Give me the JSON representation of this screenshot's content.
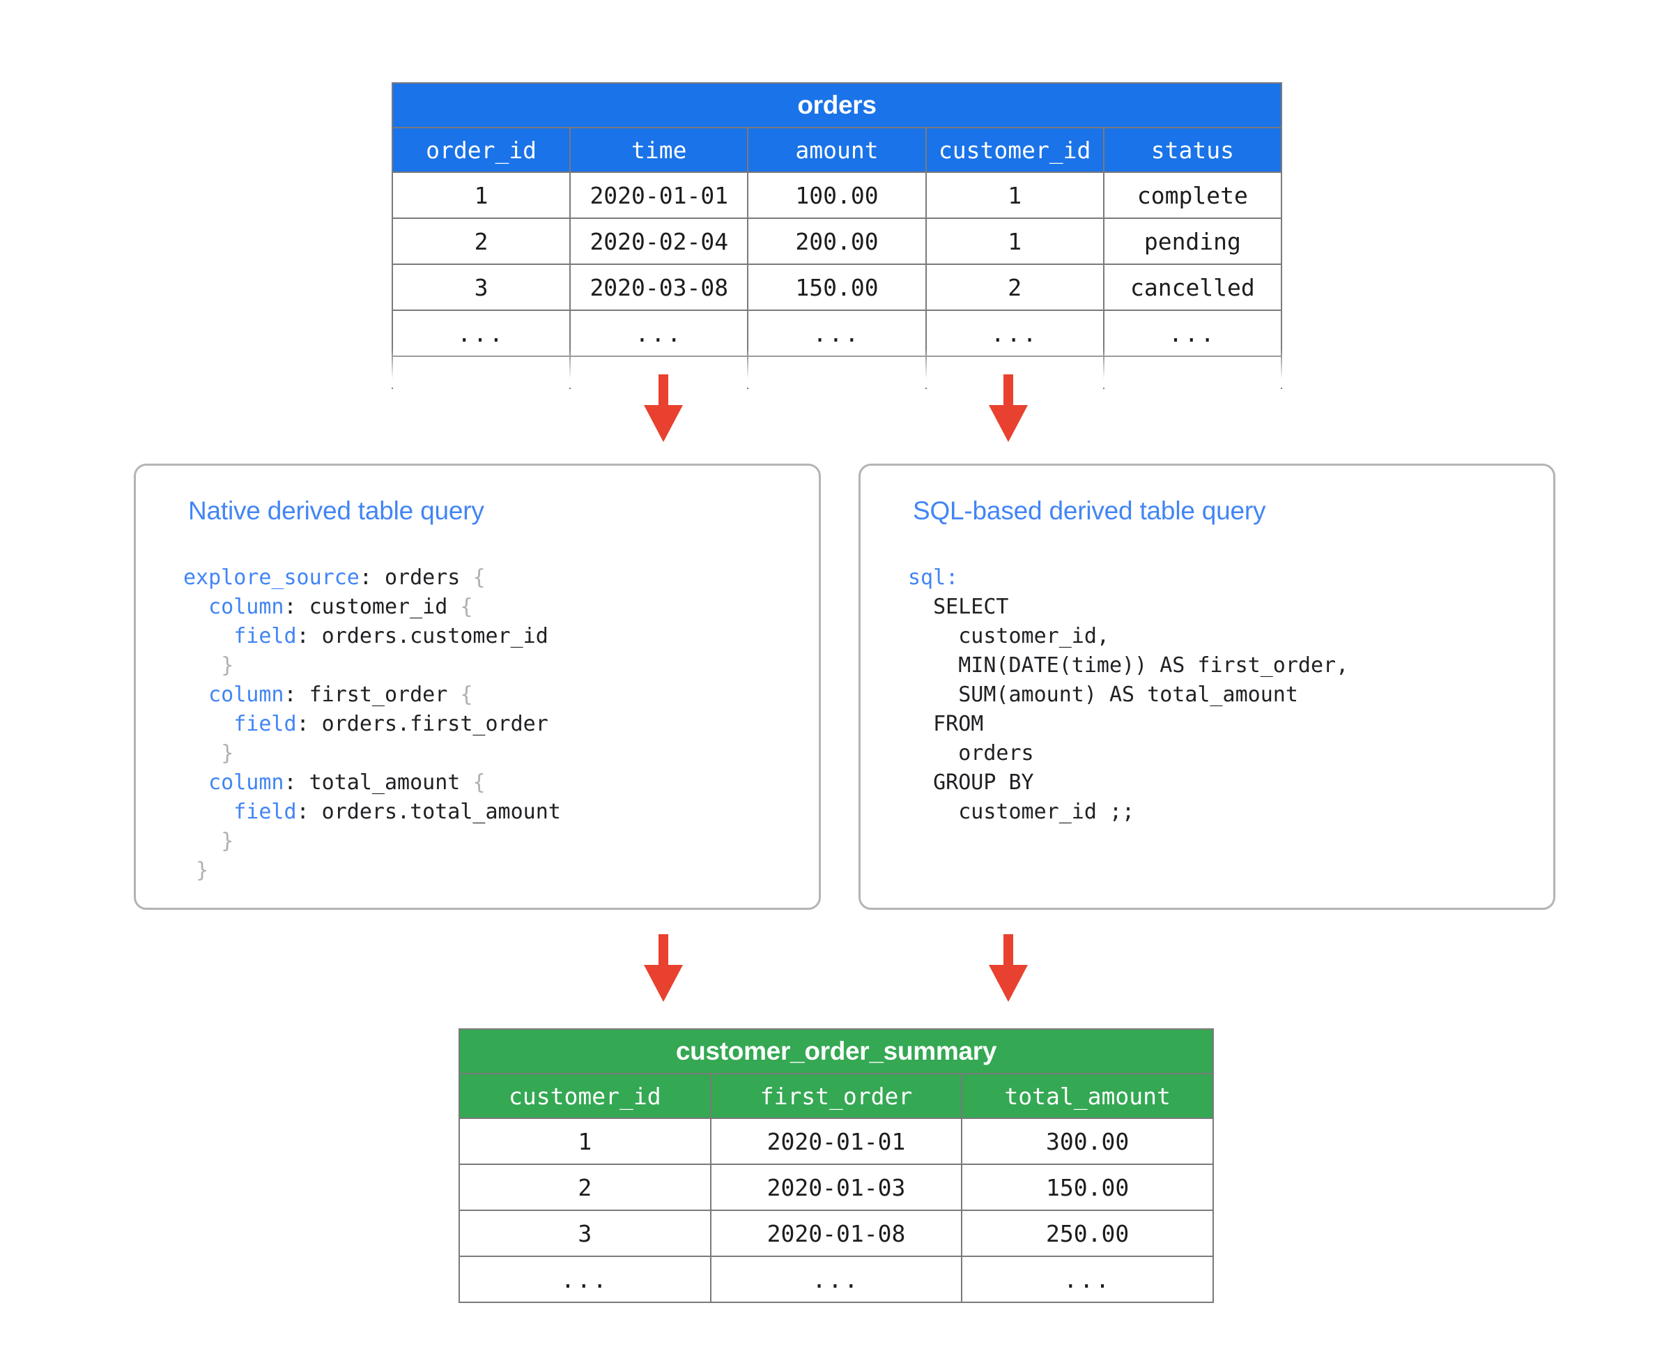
{
  "diagram": {
    "title": "Derived table query diagram",
    "colors": {
      "source_table_header": "#1a73e8",
      "result_table_header": "#34a853",
      "arrow": "#e8412f",
      "box_title": "#4285f4",
      "code_keyword": "#4285f4",
      "box_border": "#b4b4b4"
    }
  },
  "source_table": {
    "name": "orders",
    "columns": [
      "order_id",
      "time",
      "amount",
      "customer_id",
      "status"
    ],
    "rows": [
      [
        "1",
        "2020-01-01",
        "100.00",
        "1",
        "complete"
      ],
      [
        "2",
        "2020-02-04",
        "200.00",
        "1",
        "pending"
      ],
      [
        "3",
        "2020-03-08",
        "150.00",
        "2",
        "cancelled"
      ],
      [
        "...",
        "...",
        "...",
        "...",
        "..."
      ]
    ]
  },
  "result_table": {
    "name": "customer_order_summary",
    "columns": [
      "customer_id",
      "first_order",
      "total_amount"
    ],
    "rows": [
      [
        "1",
        "2020-01-01",
        "300.00"
      ],
      [
        "2",
        "2020-01-03",
        "150.00"
      ],
      [
        "3",
        "2020-01-08",
        "250.00"
      ],
      [
        "...",
        "...",
        "..."
      ]
    ]
  },
  "native_box": {
    "title": "Native derived table query",
    "code_lines": [
      [
        {
          "t": "explore_source",
          "c": "kw"
        },
        {
          "t": ": orders ",
          "c": "txt"
        },
        {
          "t": "{",
          "c": "brc"
        }
      ],
      [
        {
          "t": "  ",
          "c": "txt"
        },
        {
          "t": "column",
          "c": "kw"
        },
        {
          "t": ": customer_id ",
          "c": "txt"
        },
        {
          "t": "{",
          "c": "brc"
        }
      ],
      [
        {
          "t": "    ",
          "c": "txt"
        },
        {
          "t": "field",
          "c": "kw"
        },
        {
          "t": ": orders.customer_id",
          "c": "txt"
        }
      ],
      [
        {
          "t": "   ",
          "c": "txt"
        },
        {
          "t": "}",
          "c": "brc"
        }
      ],
      [
        {
          "t": "  ",
          "c": "txt"
        },
        {
          "t": "column",
          "c": "kw"
        },
        {
          "t": ": first_order ",
          "c": "txt"
        },
        {
          "t": "{",
          "c": "brc"
        }
      ],
      [
        {
          "t": "    ",
          "c": "txt"
        },
        {
          "t": "field",
          "c": "kw"
        },
        {
          "t": ": orders.first_order",
          "c": "txt"
        }
      ],
      [
        {
          "t": "   ",
          "c": "txt"
        },
        {
          "t": "}",
          "c": "brc"
        }
      ],
      [
        {
          "t": "  ",
          "c": "txt"
        },
        {
          "t": "column",
          "c": "kw"
        },
        {
          "t": ": total_amount ",
          "c": "txt"
        },
        {
          "t": "{",
          "c": "brc"
        }
      ],
      [
        {
          "t": "    ",
          "c": "txt"
        },
        {
          "t": "field",
          "c": "kw"
        },
        {
          "t": ": orders.total_amount",
          "c": "txt"
        }
      ],
      [
        {
          "t": "   ",
          "c": "txt"
        },
        {
          "t": "}",
          "c": "brc"
        }
      ],
      [
        {
          "t": " ",
          "c": "txt"
        },
        {
          "t": "}",
          "c": "brc"
        }
      ]
    ]
  },
  "sql_box": {
    "title": "SQL-based derived table query",
    "code_lines": [
      [
        {
          "t": "sql:",
          "c": "kw"
        }
      ],
      [
        {
          "t": "  SELECT",
          "c": "txt"
        }
      ],
      [
        {
          "t": "    customer_id,",
          "c": "txt"
        }
      ],
      [
        {
          "t": "    MIN(DATE(time)) AS first_order,",
          "c": "txt"
        }
      ],
      [
        {
          "t": "    SUM(amount) AS total_amount",
          "c": "txt"
        }
      ],
      [
        {
          "t": "  FROM",
          "c": "txt"
        }
      ],
      [
        {
          "t": "    orders",
          "c": "txt"
        }
      ],
      [
        {
          "t": "  GROUP BY",
          "c": "txt"
        }
      ],
      [
        {
          "t": "    customer_id ;;",
          "c": "txt"
        }
      ]
    ]
  },
  "arrows": [
    {
      "name": "arrow-orders-to-native",
      "label": "down-arrow"
    },
    {
      "name": "arrow-orders-to-sql",
      "label": "down-arrow"
    },
    {
      "name": "arrow-native-to-summary",
      "label": "down-arrow"
    },
    {
      "name": "arrow-sql-to-summary",
      "label": "down-arrow"
    }
  ]
}
